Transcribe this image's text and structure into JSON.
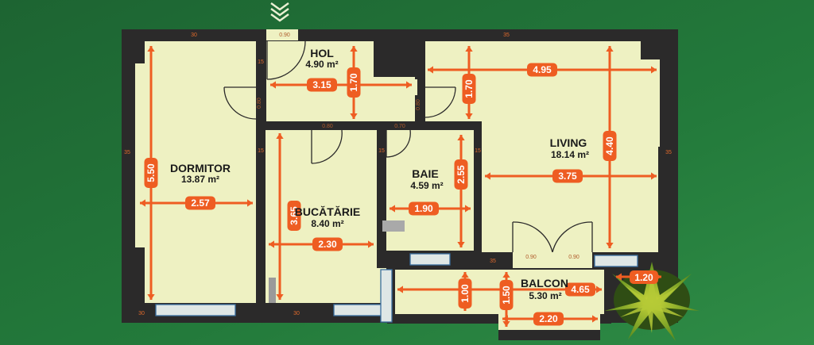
{
  "colors": {
    "background": "#1f6a36",
    "walls": "#2b2a2a",
    "floor": "#eef1c2",
    "dimension": "#ee5d22"
  },
  "entrance_marker": "entrance-chevrons-icon",
  "rooms": {
    "dormitor": {
      "name": "DORMITOR",
      "area": "13.87 m²"
    },
    "hol": {
      "name": "HOL",
      "area": "4.90 m²"
    },
    "bucatarie": {
      "name": "BUCĂTĂRIE",
      "area": "8.40 m²"
    },
    "baie": {
      "name": "BAIE",
      "area": "4.59 m²"
    },
    "living": {
      "name": "LIVING",
      "area": "18.14 m²"
    },
    "balcon": {
      "name": "BALCON",
      "area": "5.30 m²"
    }
  },
  "dimensions": {
    "dormitor_h": "5.50",
    "dormitor_w": "2.57",
    "hol_w": "3.15",
    "hol_h": "1.70",
    "bucatarie_h": "3.65",
    "bucatarie_w": "2.30",
    "baie_h": "2.55",
    "baie_w": "1.90",
    "living_top_w": "4.95",
    "living_left_h": "1.70",
    "living_h": "4.40",
    "living_w": "3.75",
    "balcon_h1": "1.00",
    "balcon_h2": "1.50",
    "balcon_w1": "4.65",
    "balcon_w2": "2.20",
    "balcon_corner": "1.20"
  },
  "wall_thickness": {
    "top_left": "30",
    "top_right": "35",
    "bottom_left": "30",
    "bottom_right": "30",
    "left": "35",
    "right": "35",
    "hol_side": "15",
    "bucatarie_side": "15",
    "baie_side": "15",
    "baie_right": "15",
    "balcon_side": "35"
  },
  "doors": {
    "entrance": "0.90",
    "dormitor": "0.80",
    "bucatarie": "0.80",
    "baie_top": "0.70",
    "baie_side": "0.80",
    "balcon_left": "0.90",
    "balcon_right": "0.90"
  }
}
